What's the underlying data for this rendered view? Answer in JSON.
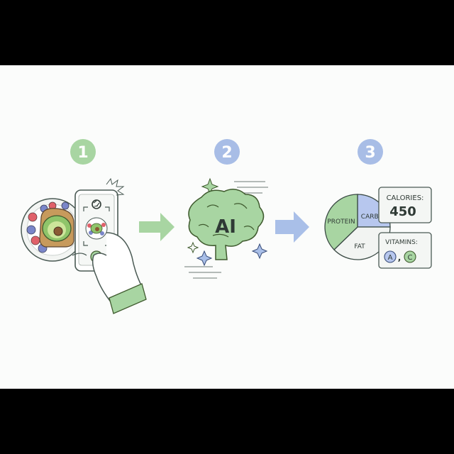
{
  "steps": [
    {
      "number": "1",
      "color": "#a8d5a2"
    },
    {
      "number": "2",
      "color": "#a8bde6"
    },
    {
      "number": "3",
      "color": "#a8bde6"
    }
  ],
  "brain": {
    "text": "AI"
  },
  "pie": {
    "slices": [
      {
        "label": "PROTEIN",
        "color": "#a8d5a2"
      },
      {
        "label": "CARBS",
        "color": "#b7c7ee"
      },
      {
        "label": "FAT",
        "color": "#f2f4f2"
      }
    ]
  },
  "calories": {
    "label": "CALORIES:",
    "value": "450"
  },
  "vitamins": {
    "label": "VITAMINS:",
    "items": [
      "A",
      "C"
    ],
    "separator": ","
  },
  "colors": {
    "green": "#a8d5a2",
    "blue": "#a9bfe8",
    "ink": "#3a4a44"
  }
}
